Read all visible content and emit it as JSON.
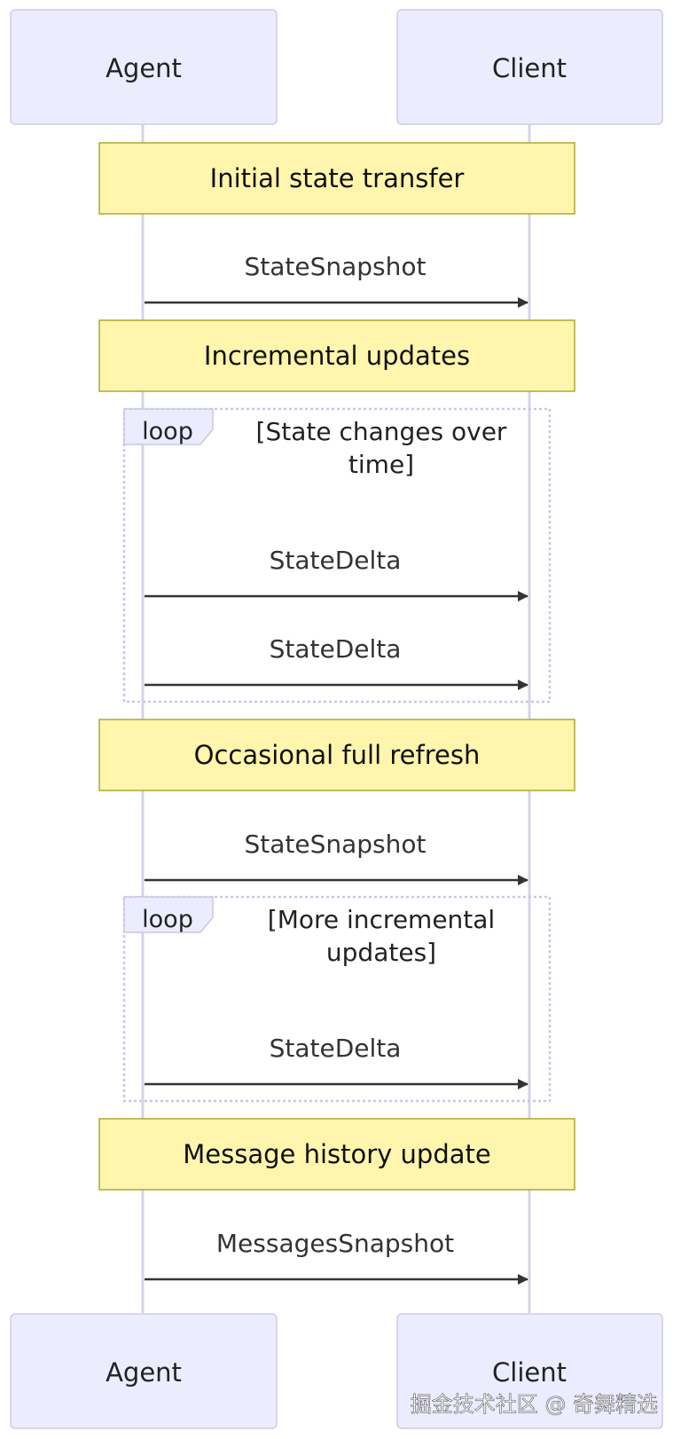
{
  "participants": {
    "agent": "Agent",
    "client": "Client"
  },
  "notes": {
    "initial": "Initial state transfer",
    "incremental": "Incremental updates",
    "refresh": "Occasional full refresh",
    "history": "Message history update"
  },
  "messages": {
    "m1": "StateSnapshot",
    "m2": "StateDelta",
    "m3": "StateDelta",
    "m4": "StateSnapshot",
    "m5": "StateDelta",
    "m6": "MessagesSnapshot"
  },
  "loops": {
    "loop1": {
      "label": "loop",
      "condition_line1": "[State changes over",
      "condition_line2": "time]"
    },
    "loop2": {
      "label": "loop",
      "condition_line1": "[More incremental",
      "condition_line2": "updates]"
    }
  },
  "watermark": "掘金技术社区 @ 奇舞精选",
  "colors": {
    "actor_fill": "#ECECFF",
    "actor_stroke": "#CCCCEE",
    "lifeline": "#D4D4EC",
    "note_fill": "#FFF5AD",
    "note_stroke": "#AAAA33",
    "arrow": "#333333",
    "loop_border": "#C8C8E0"
  }
}
